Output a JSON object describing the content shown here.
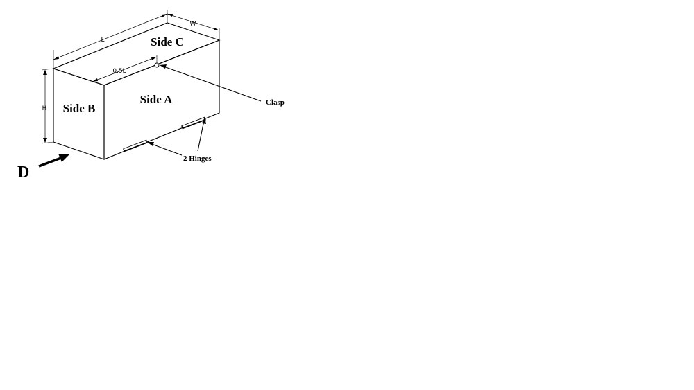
{
  "faces": {
    "side_a": "Side A",
    "side_b": "Side B",
    "side_c": "Side C"
  },
  "dimensions": {
    "length": "L",
    "width": "W",
    "height": "H",
    "clasp_offset": "0.5L"
  },
  "callouts": {
    "clasp": "Clasp",
    "hinges": "2 Hinges"
  },
  "view": {
    "direction": "D"
  }
}
